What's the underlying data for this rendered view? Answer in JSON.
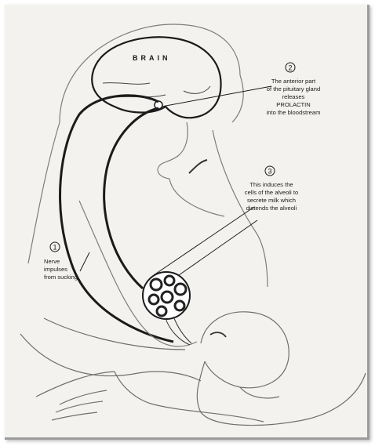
{
  "diagram": {
    "brain_label": "BRAIN",
    "callouts": [
      {
        "number": "1",
        "lines": [
          "Nerve",
          "impulses",
          "from sucking"
        ]
      },
      {
        "number": "2",
        "lines": [
          "The anterior part",
          "of the pituitary gland",
          "releases",
          "PROLACTIN",
          "into the bloodstream"
        ]
      },
      {
        "number": "3",
        "lines": [
          "This induces the",
          "cells of the alveoli to",
          "secrete milk which",
          "distends the alveoli"
        ]
      }
    ],
    "colors": {
      "ink": "#1b1b1b",
      "paper": "#f3f2ef",
      "sketch": "#8a8a8a"
    }
  }
}
